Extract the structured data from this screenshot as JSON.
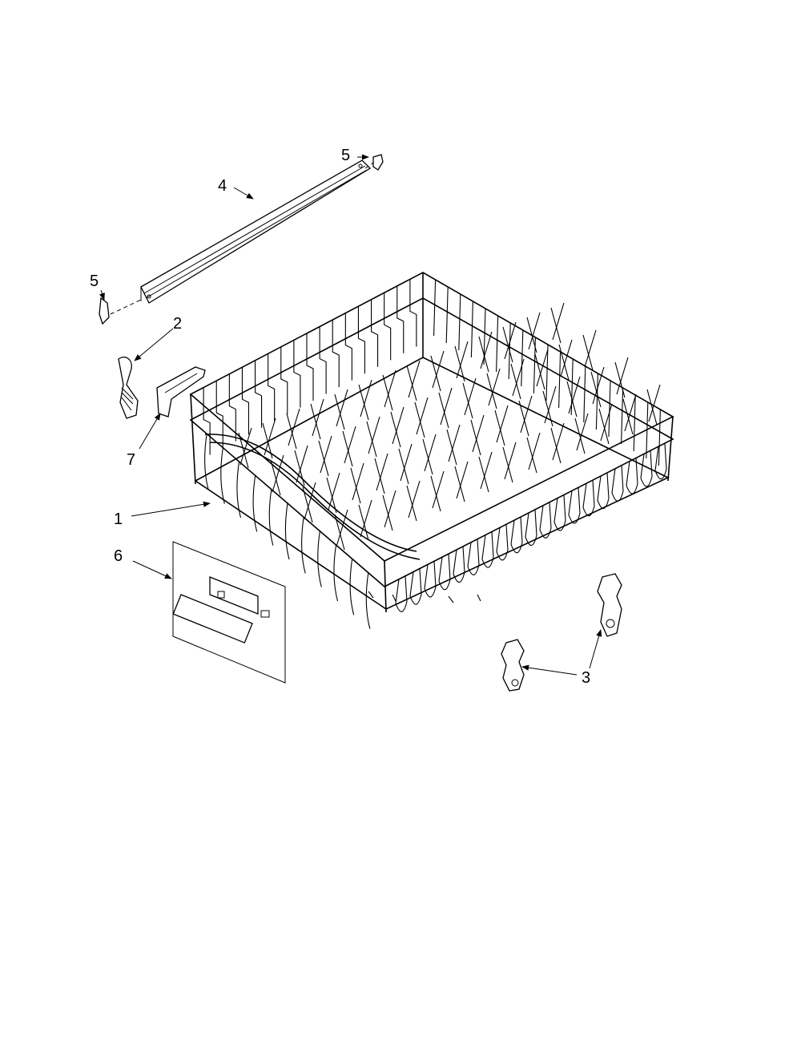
{
  "callouts": {
    "rack": "1",
    "clip": "2",
    "adjuster": "3",
    "rail": "4",
    "stop_top": "5",
    "stop_left": "5",
    "literature_kit": "6",
    "tine_clip": "7"
  }
}
